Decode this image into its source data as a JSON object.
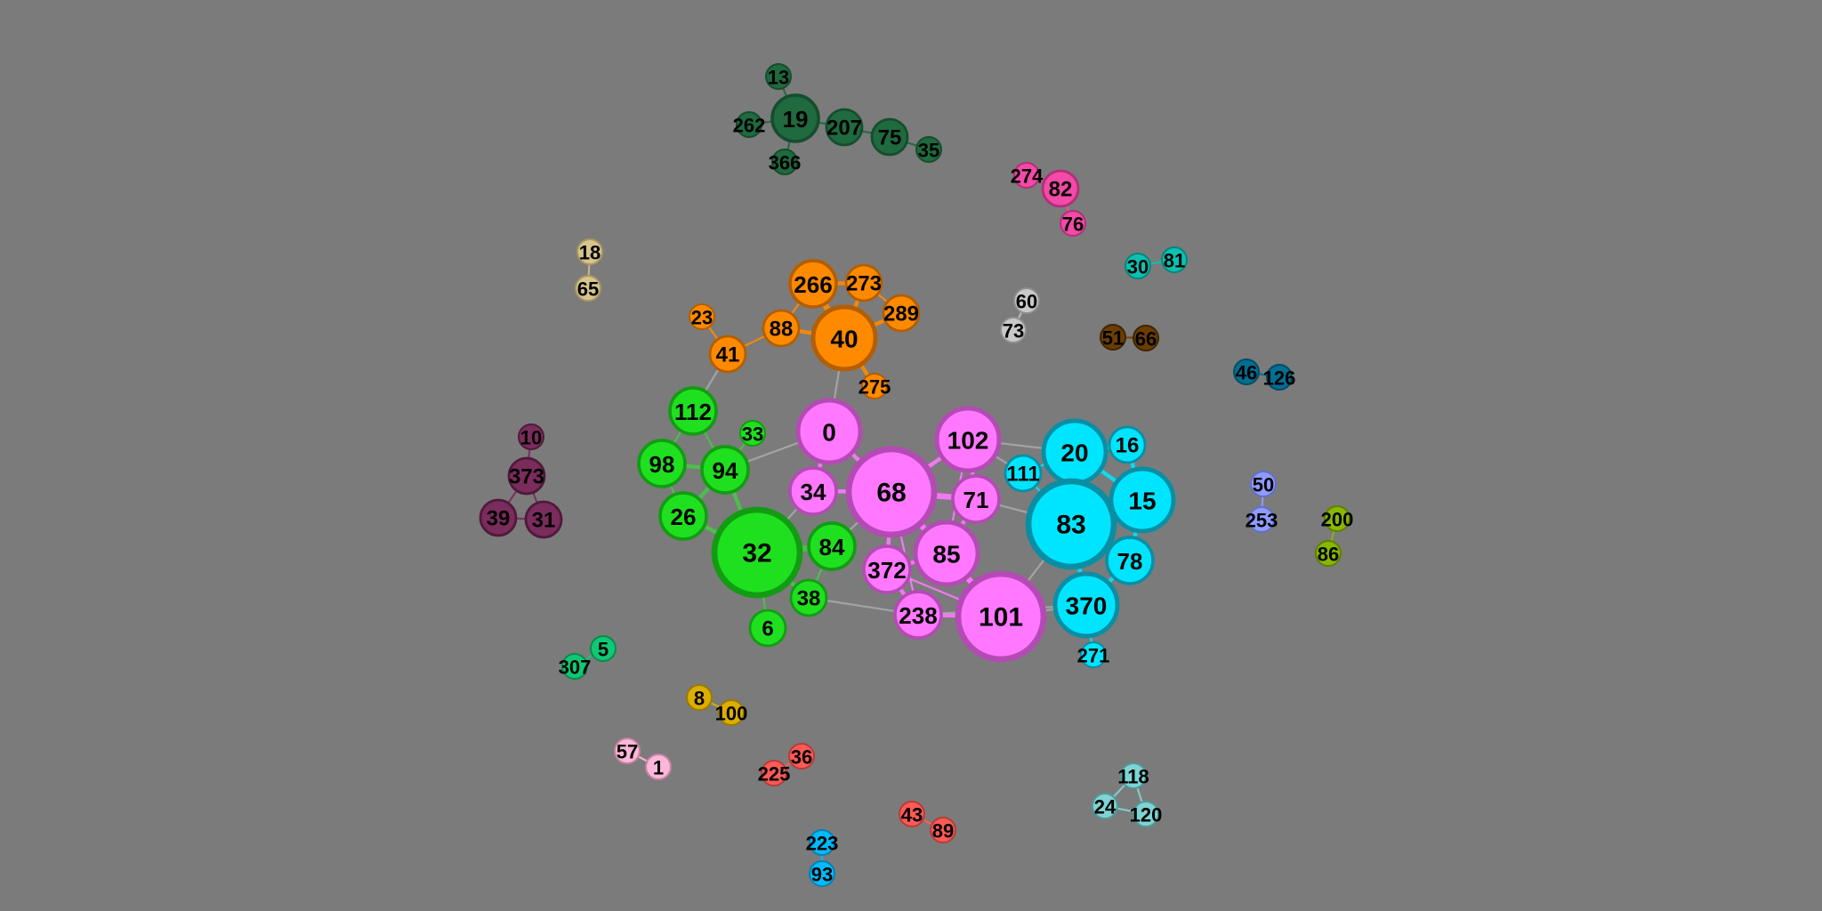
{
  "title": "",
  "clusters": {
    "dkgreen": {
      "fill": "#1f6a3f",
      "stroke": "#164d2e",
      "edge": "#1f6a3f"
    },
    "pink": {
      "fill": "#f24aa6",
      "stroke": "#b12f7a",
      "edge": "#f24aa6"
    },
    "tan": {
      "fill": "#d6c58d",
      "stroke": "#a99763",
      "edge": "#c9b982"
    },
    "orange": {
      "fill": "#ff8a00",
      "stroke": "#b35e00",
      "edge": "#ff8a00"
    },
    "green": {
      "fill": "#1fe01f",
      "stroke": "#139b13",
      "edge": "#49c449"
    },
    "violet": {
      "fill": "#ff78ff",
      "stroke": "#b44bb4",
      "edge": "#ff78ff"
    },
    "cyan": {
      "fill": "#00e5ff",
      "stroke": "#0a8ea4",
      "edge": "#00e5ff"
    },
    "grey": {
      "fill": "#c9c9c9",
      "stroke": "#8f8f8f",
      "edge": "#bdbdbd"
    },
    "brown": {
      "fill": "#6b3e00",
      "stroke": "#3f2400",
      "edge": "#6b3e00"
    },
    "teal": {
      "fill": "#0bc1b1",
      "stroke": "#07867b",
      "edge": "#0bc1b1"
    },
    "plum": {
      "fill": "#7a2c5c",
      "stroke": "#4f1a3a",
      "edge": "#7a2c5c"
    },
    "petrol": {
      "fill": "#006f92",
      "stroke": "#004d66",
      "edge": "#006f92"
    },
    "lav": {
      "fill": "#8f9bff",
      "stroke": "#6370c9",
      "edge": "#8f9bff"
    },
    "olive": {
      "fill": "#89b800",
      "stroke": "#5f8000",
      "edge": "#89b800"
    },
    "jade": {
      "fill": "#0fc873",
      "stroke": "#0a8a4f",
      "edge": "#0fc873"
    },
    "gold": {
      "fill": "#dcae00",
      "stroke": "#9a7a00",
      "edge": "#dcae00"
    },
    "rose": {
      "fill": "#ffb6d9",
      "stroke": "#c283a1",
      "edge": "#ffb6d9"
    },
    "red": {
      "fill": "#ff5a55",
      "stroke": "#b83c38",
      "edge": "#ff5a55"
    },
    "blue": {
      "fill": "#00bcff",
      "stroke": "#0a7fb0",
      "edge": "#00bcff"
    },
    "mist": {
      "fill": "#7fd3d3",
      "stroke": "#4f9a9a",
      "edge": "#7fd3d3"
    }
  },
  "nodes": [
    {
      "id": "13",
      "c": "dkgreen",
      "s": 1
    },
    {
      "id": "19",
      "c": "dkgreen",
      "s": 3
    },
    {
      "id": "262",
      "c": "dkgreen",
      "s": 1
    },
    {
      "id": "207",
      "c": "dkgreen",
      "s": 2
    },
    {
      "id": "75",
      "c": "dkgreen",
      "s": 2
    },
    {
      "id": "35",
      "c": "dkgreen",
      "s": 1
    },
    {
      "id": "366",
      "c": "dkgreen",
      "s": 1
    },
    {
      "id": "274",
      "c": "pink",
      "s": 1
    },
    {
      "id": "82",
      "c": "pink",
      "s": 2
    },
    {
      "id": "76",
      "c": "pink",
      "s": 1
    },
    {
      "id": "18",
      "c": "tan",
      "s": 1
    },
    {
      "id": "65",
      "c": "tan",
      "s": 1
    },
    {
      "id": "266",
      "c": "orange",
      "s": 3
    },
    {
      "id": "273",
      "c": "orange",
      "s": 2
    },
    {
      "id": "289",
      "c": "orange",
      "s": 2
    },
    {
      "id": "88",
      "c": "orange",
      "s": 2
    },
    {
      "id": "40",
      "c": "orange",
      "s": 4
    },
    {
      "id": "23",
      "c": "orange",
      "s": 1
    },
    {
      "id": "41",
      "c": "orange",
      "s": 2
    },
    {
      "id": "275",
      "c": "orange",
      "s": 1
    },
    {
      "id": "60",
      "c": "grey",
      "s": 1
    },
    {
      "id": "73",
      "c": "grey",
      "s": 1
    },
    {
      "id": "30",
      "c": "teal",
      "s": 1
    },
    {
      "id": "81",
      "c": "teal",
      "s": 1
    },
    {
      "id": "51",
      "c": "brown",
      "s": 1
    },
    {
      "id": "66",
      "c": "brown",
      "s": 1
    },
    {
      "id": "46",
      "c": "petrol",
      "s": 1
    },
    {
      "id": "126",
      "c": "petrol",
      "s": 1
    },
    {
      "id": "112",
      "c": "green",
      "s": 3
    },
    {
      "id": "33",
      "c": "green",
      "s": 1
    },
    {
      "id": "98",
      "c": "green",
      "s": 3
    },
    {
      "id": "94",
      "c": "green",
      "s": 3
    },
    {
      "id": "26",
      "c": "green",
      "s": 3
    },
    {
      "id": "32",
      "c": "green",
      "s": 6
    },
    {
      "id": "84",
      "c": "green",
      "s": 3
    },
    {
      "id": "38",
      "c": "green",
      "s": 2
    },
    {
      "id": "6",
      "c": "green",
      "s": 2
    },
    {
      "id": "0",
      "c": "violet",
      "s": 4
    },
    {
      "id": "34",
      "c": "violet",
      "s": 3
    },
    {
      "id": "68",
      "c": "violet",
      "s": 6
    },
    {
      "id": "102",
      "c": "violet",
      "s": 4
    },
    {
      "id": "71",
      "c": "violet",
      "s": 3
    },
    {
      "id": "85",
      "c": "violet",
      "s": 4
    },
    {
      "id": "372",
      "c": "violet",
      "s": 3
    },
    {
      "id": "238",
      "c": "violet",
      "s": 3
    },
    {
      "id": "101",
      "c": "violet",
      "s": 6
    },
    {
      "id": "20",
      "c": "cyan",
      "s": 4
    },
    {
      "id": "16",
      "c": "cyan",
      "s": 2
    },
    {
      "id": "111",
      "c": "cyan",
      "s": 2
    },
    {
      "id": "83",
      "c": "cyan",
      "s": 6
    },
    {
      "id": "15",
      "c": "cyan",
      "s": 4
    },
    {
      "id": "78",
      "c": "cyan",
      "s": 3
    },
    {
      "id": "370",
      "c": "cyan",
      "s": 4
    },
    {
      "id": "271",
      "c": "cyan",
      "s": 1
    },
    {
      "id": "10",
      "c": "plum",
      "s": 1
    },
    {
      "id": "373",
      "c": "plum",
      "s": 2
    },
    {
      "id": "39",
      "c": "plum",
      "s": 2
    },
    {
      "id": "31",
      "c": "plum",
      "s": 2
    },
    {
      "id": "50",
      "c": "lav",
      "s": 1
    },
    {
      "id": "253",
      "c": "lav",
      "s": 1
    },
    {
      "id": "200",
      "c": "olive",
      "s": 1
    },
    {
      "id": "86",
      "c": "olive",
      "s": 1
    },
    {
      "id": "5",
      "c": "jade",
      "s": 1
    },
    {
      "id": "307",
      "c": "jade",
      "s": 1
    },
    {
      "id": "8",
      "c": "gold",
      "s": 1
    },
    {
      "id": "100",
      "c": "gold",
      "s": 1
    },
    {
      "id": "57",
      "c": "rose",
      "s": 1
    },
    {
      "id": "1",
      "c": "rose",
      "s": 1
    },
    {
      "id": "36",
      "c": "red",
      "s": 1
    },
    {
      "id": "225",
      "c": "red",
      "s": 1
    },
    {
      "id": "43",
      "c": "red",
      "s": 1
    },
    {
      "id": "89",
      "c": "red",
      "s": 1
    },
    {
      "id": "223",
      "c": "blue",
      "s": 1
    },
    {
      "id": "93",
      "c": "blue",
      "s": 1
    },
    {
      "id": "118",
      "c": "mist",
      "s": 1
    },
    {
      "id": "24",
      "c": "mist",
      "s": 1
    },
    {
      "id": "120",
      "c": "mist",
      "s": 1
    }
  ],
  "edges": [
    [
      "19",
      "13",
      1
    ],
    [
      "19",
      "262",
      1
    ],
    [
      "19",
      "207",
      1
    ],
    [
      "19",
      "366",
      1
    ],
    [
      "207",
      "75",
      1
    ],
    [
      "75",
      "35",
      1
    ],
    [
      "274",
      "82",
      1
    ],
    [
      "82",
      "76",
      1
    ],
    [
      "18",
      "65",
      1
    ],
    [
      "266",
      "273",
      2
    ],
    [
      "266",
      "40",
      3
    ],
    [
      "273",
      "40",
      2
    ],
    [
      "273",
      "289",
      1
    ],
    [
      "289",
      "40",
      2
    ],
    [
      "88",
      "40",
      2
    ],
    [
      "88",
      "266",
      1
    ],
    [
      "88",
      "41",
      1
    ],
    [
      "41",
      "23",
      1
    ],
    [
      "40",
      "275",
      2
    ],
    [
      "40",
      "0",
      1
    ],
    [
      "60",
      "73",
      1
    ],
    [
      "30",
      "81",
      1
    ],
    [
      "51",
      "66",
      1
    ],
    [
      "46",
      "126",
      1
    ],
    [
      "50",
      "253",
      1
    ],
    [
      "200",
      "86",
      1
    ],
    [
      "5",
      "307",
      1
    ],
    [
      "8",
      "100",
      1
    ],
    [
      "57",
      "1",
      1
    ],
    [
      "36",
      "225",
      1
    ],
    [
      "43",
      "89",
      1
    ],
    [
      "223",
      "93",
      1
    ],
    [
      "118",
      "24",
      1
    ],
    [
      "118",
      "120",
      1
    ],
    [
      "24",
      "120",
      1
    ],
    [
      "10",
      "373",
      1
    ],
    [
      "373",
      "39",
      1
    ],
    [
      "373",
      "31",
      1
    ],
    [
      "39",
      "31",
      1
    ],
    [
      "112",
      "98",
      1
    ],
    [
      "112",
      "94",
      1
    ],
    [
      "112",
      "41",
      1
    ],
    [
      "98",
      "94",
      2
    ],
    [
      "98",
      "26",
      1
    ],
    [
      "94",
      "26",
      2
    ],
    [
      "94",
      "32",
      2
    ],
    [
      "94",
      "33",
      1
    ],
    [
      "26",
      "32",
      2
    ],
    [
      "32",
      "84",
      3
    ],
    [
      "32",
      "38",
      2
    ],
    [
      "32",
      "6",
      1
    ],
    [
      "84",
      "38",
      1
    ],
    [
      "32",
      "34",
      1
    ],
    [
      "84",
      "68",
      1
    ],
    [
      "38",
      "238",
      1
    ],
    [
      "0",
      "94",
      1
    ],
    [
      "0",
      "68",
      2
    ],
    [
      "0",
      "34",
      2
    ],
    [
      "34",
      "68",
      2
    ],
    [
      "68",
      "102",
      2
    ],
    [
      "68",
      "71",
      3
    ],
    [
      "68",
      "85",
      3
    ],
    [
      "68",
      "372",
      2
    ],
    [
      "102",
      "71",
      2
    ],
    [
      "71",
      "85",
      2
    ],
    [
      "85",
      "101",
      3
    ],
    [
      "85",
      "372",
      2
    ],
    [
      "372",
      "238",
      2
    ],
    [
      "238",
      "101",
      2
    ],
    [
      "372",
      "101",
      1
    ],
    [
      "68",
      "238",
      1
    ],
    [
      "68",
      "101",
      2
    ],
    [
      "102",
      "85",
      1
    ],
    [
      "102",
      "20",
      1
    ],
    [
      "102",
      "111",
      1
    ],
    [
      "71",
      "83",
      1
    ],
    [
      "111",
      "20",
      1
    ],
    [
      "111",
      "83",
      1
    ],
    [
      "20",
      "83",
      2
    ],
    [
      "20",
      "16",
      2
    ],
    [
      "20",
      "15",
      2
    ],
    [
      "16",
      "15",
      2
    ],
    [
      "83",
      "15",
      3
    ],
    [
      "83",
      "78",
      2
    ],
    [
      "83",
      "370",
      2
    ],
    [
      "15",
      "78",
      2
    ],
    [
      "78",
      "370",
      2
    ],
    [
      "370",
      "271",
      1
    ],
    [
      "101",
      "370",
      1
    ],
    [
      "101",
      "83",
      1
    ],
    [
      "238",
      "370",
      1
    ]
  ]
}
